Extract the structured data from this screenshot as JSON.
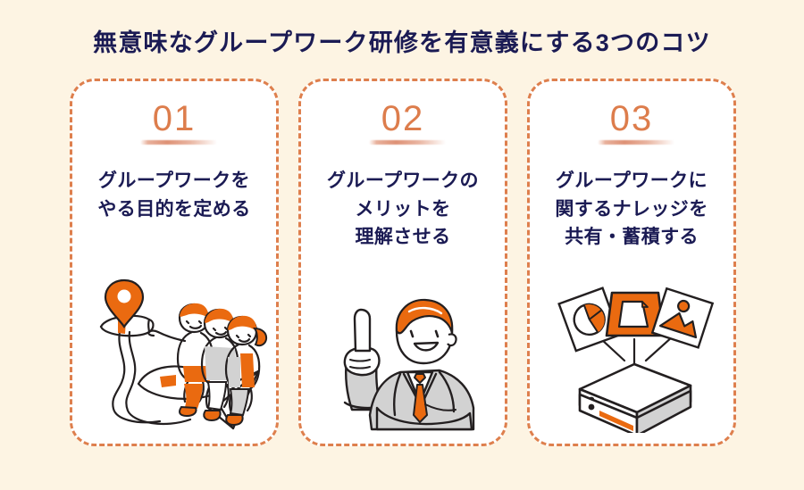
{
  "page": {
    "background_color": "#fdf4e3",
    "title": "無意味なグループワーク研修を有意義にする3つのコツ",
    "title_color": "#1b1b54"
  },
  "theme": {
    "accent_orange": "#ea6a10",
    "card_border_orange": "#de7f4d",
    "number_orange": "#dd7d4c",
    "ink_navy": "#1b1b54",
    "line_ink": "#231f20",
    "gray_fill": "#d2d2d2",
    "card_background": "#ffffff"
  },
  "cards": [
    {
      "number": "01",
      "lines": [
        "グループワークを",
        "やる目的を定める"
      ],
      "illustration": "team-riding-paper-plane-toward-map-pin-icon"
    },
    {
      "number": "02",
      "lines": [
        "グループワークの",
        "メリットを",
        "理解させる"
      ],
      "illustration": "businessman-pointing-up-icon"
    },
    {
      "number": "03",
      "lines": [
        "グループワークに",
        "関するナレッジを",
        "共有・蓄積する"
      ],
      "illustration": "server-stack-with-documents-icon"
    }
  ]
}
